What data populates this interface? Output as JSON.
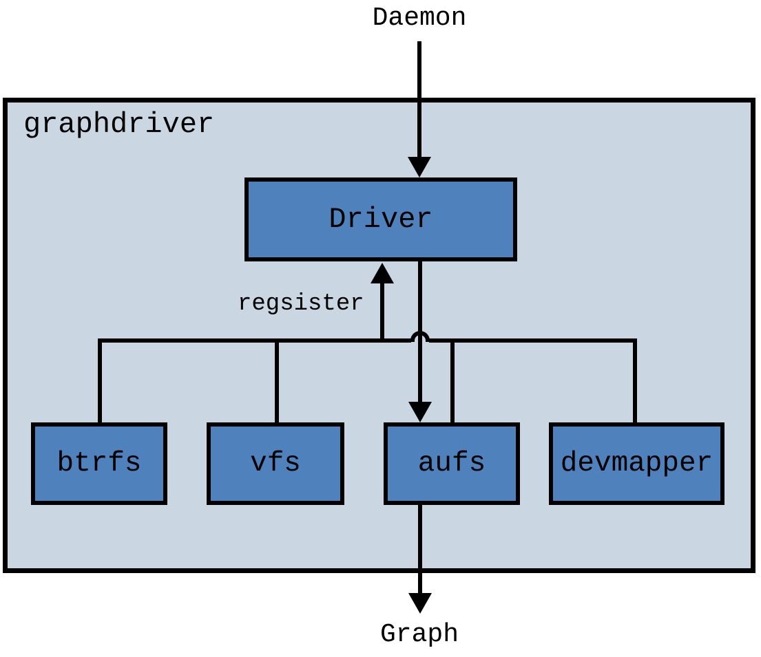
{
  "diagram": {
    "top_label": "Daemon",
    "container_label": "graphdriver",
    "driver_label": "Driver",
    "register_label": "regsister",
    "nodes": [
      {
        "label": "btrfs"
      },
      {
        "label": "vfs"
      },
      {
        "label": "aufs"
      },
      {
        "label": "devmapper"
      }
    ],
    "bottom_label": "Graph",
    "arrows": [
      {
        "name": "daemon-to-driver",
        "from": "Daemon",
        "to": "Driver"
      },
      {
        "name": "register-to-driver",
        "from": "drivers-connector",
        "to": "Driver",
        "label": "regsister"
      },
      {
        "name": "driver-to-aufs",
        "from": "Driver",
        "to": "aufs"
      },
      {
        "name": "aufs-to-graph",
        "from": "aufs",
        "to": "Graph"
      }
    ],
    "colors": {
      "node_fill": "#4F81BD",
      "container_fill": "#CBD6E3",
      "line": "#000000"
    }
  }
}
